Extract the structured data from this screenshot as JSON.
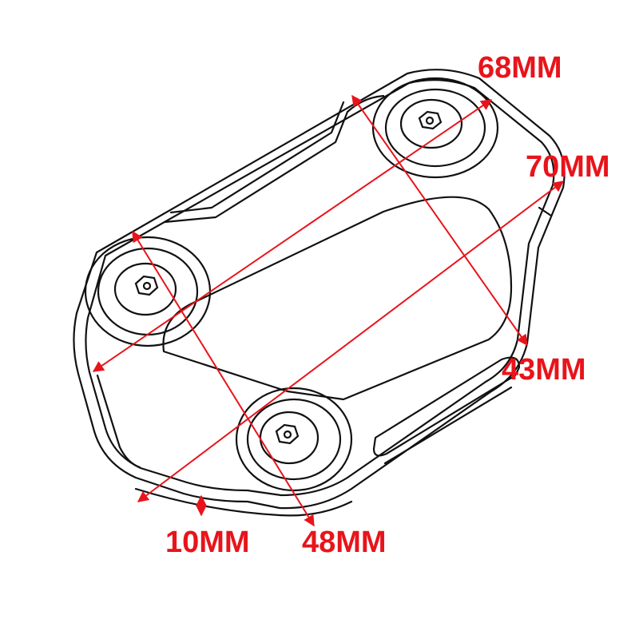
{
  "colors": {
    "dimension": "#e8141b",
    "outline": "#111111",
    "background": "#ffffff"
  },
  "dimensions": {
    "d68": "68MM",
    "d70": "70MM",
    "d43": "43MM",
    "d10": "10MM",
    "d48": "48MM"
  }
}
